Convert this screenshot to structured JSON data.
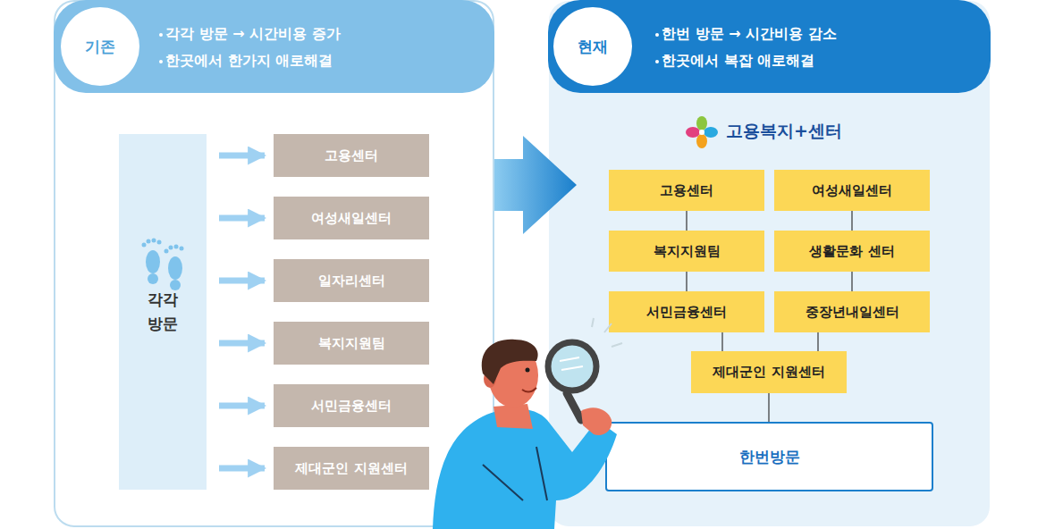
{
  "diagram": {
    "nodes": [
      {
        "text": [
          "각각 방문 → 시간비용 증가",
          "한곳에서 한가지 애로해결"
        ]
      },
      {
        "text": [
          "기존"
        ],
        "in": 0
      },
      {
        "text": [
          "각각 방문"
        ],
        "in": 0
      },
      {
        "text": [
          "고용센터"
        ],
        "in": 0
      },
      {
        "text": [
          "여성새일센터"
        ],
        "in": 0
      },
      {
        "text": [
          "일자리센터"
        ],
        "in": 0
      },
      {
        "text": [
          "복지지원팀"
        ],
        "in": 0
      },
      {
        "text": [
          "서민금융센터"
        ],
        "in": 0
      },
      {
        "text": [
          "제대군인 지원센터"
        ],
        "in": 0
      },
      {
        "text": [
          "한번 방문 → 시간비용 감소",
          "한곳에서 복잡 애로해결"
        ]
      },
      {
        "text": [
          "현재"
        ],
        "in": 9
      },
      {
        "text": [
          "고용센터"
        ],
        "in": 9
      },
      {
        "text": [
          "여성새일센터"
        ],
        "in": 9
      },
      {
        "text": [
          "복지지원팀"
        ],
        "in": 9
      },
      {
        "text": [
          "생활문화 센터"
        ],
        "in": 9
      },
      {
        "text": [
          "서민금융센터"
        ],
        "in": 9
      },
      {
        "text": [
          "중장년내일센터"
        ],
        "in": 9
      },
      {
        "text": [
          "제대군인 지원센터"
        ],
        "in": 9
      },
      {
        "text": [
          "한번방문"
        ],
        "in": 9
      }
    ],
    "edges": [
      {
        "from": 2,
        "to": 3,
        "arrow": "to"
      },
      {
        "from": 2,
        "to": 4,
        "arrow": "to"
      },
      {
        "from": 2,
        "to": 5,
        "arrow": "to"
      },
      {
        "from": 2,
        "to": 6,
        "arrow": "to"
      },
      {
        "from": 2,
        "to": 7,
        "arrow": "to"
      },
      {
        "from": 2,
        "to": 8,
        "arrow": "to"
      },
      {
        "from": 0,
        "to": 9,
        "arrow": "to"
      },
      {
        "from": 11,
        "to": 13,
        "arrow": "none"
      },
      {
        "from": 13,
        "to": 15,
        "arrow": "none"
      },
      {
        "from": 15,
        "to": 17,
        "arrow": "none"
      },
      {
        "from": 12,
        "to": 14,
        "arrow": "none"
      },
      {
        "from": 14,
        "to": 16,
        "arrow": "none"
      },
      {
        "from": 16,
        "to": 17,
        "arrow": "none"
      },
      {
        "from": 17,
        "to": 18,
        "arrow": "none"
      }
    ],
    "labels": [
      "고용복지+센터"
    ]
  }
}
